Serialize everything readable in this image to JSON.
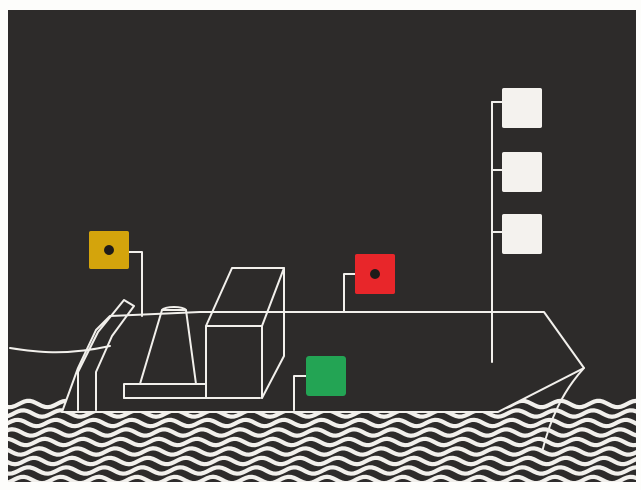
{
  "colors": {
    "paper": "#fdfdfb",
    "background": "#2d2b2a",
    "line": "#f2f0ec",
    "amber_signal": "#d4a40c",
    "red_signal": "#e8262a",
    "green_signal": "#23a454",
    "white_signal": "#f4f2ee",
    "signal_dot": "#1f1b19"
  },
  "diagram": {
    "subject": "vessel-with-signal-lights",
    "signals": [
      {
        "id": "amber",
        "color_key": "amber_signal",
        "has_dot": true
      },
      {
        "id": "red",
        "color_key": "red_signal",
        "has_dot": true
      },
      {
        "id": "green",
        "color_key": "green_signal",
        "has_dot": false
      },
      {
        "id": "masthead-1",
        "color_key": "white_signal",
        "has_dot": false
      },
      {
        "id": "masthead-2",
        "color_key": "white_signal",
        "has_dot": false
      },
      {
        "id": "masthead-3",
        "color_key": "white_signal",
        "has_dot": false
      }
    ]
  }
}
